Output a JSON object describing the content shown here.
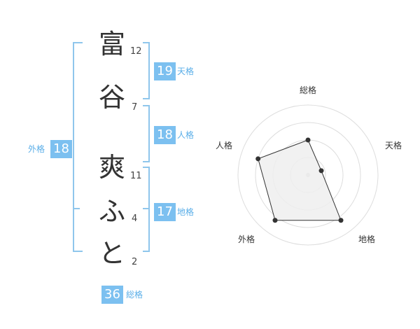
{
  "name": {
    "chars": [
      {
        "char": "富",
        "strokes": "12"
      },
      {
        "char": "谷",
        "strokes": "7"
      },
      {
        "char": "爽",
        "strokes": "11"
      },
      {
        "char": "ふ",
        "strokes": "4"
      },
      {
        "char": "と",
        "strokes": "2"
      }
    ]
  },
  "fortunes": {
    "tenkaku": {
      "value": "19",
      "label": "天格"
    },
    "jinkaku": {
      "value": "18",
      "label": "人格"
    },
    "chikaku": {
      "value": "17",
      "label": "地格"
    },
    "gaikaku": {
      "value": "18",
      "label": "外格"
    },
    "soukaku": {
      "value": "36",
      "label": "総格"
    }
  },
  "chart_data": {
    "type": "radar",
    "axes": [
      "総格",
      "天格",
      "地格",
      "外格",
      "人格"
    ],
    "values": [
      0.5,
      0.2,
      0.8,
      0.8,
      0.75
    ],
    "rings": 4,
    "colors": {
      "fill": "#eeeeee",
      "stroke": "#333333",
      "ring": "#dddddd",
      "accent": "#7cc0f0"
    }
  }
}
